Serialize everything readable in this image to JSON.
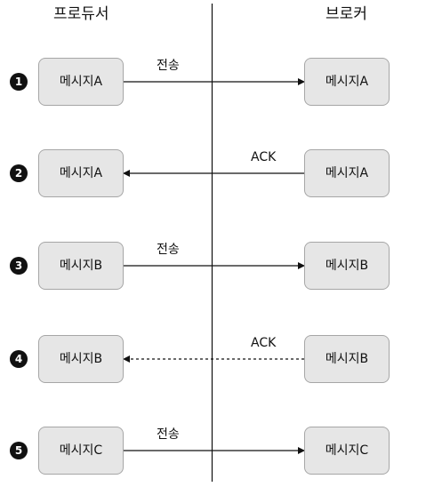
{
  "headers": {
    "producer": "프로듀서",
    "broker": "브로커"
  },
  "steps": [
    {
      "badge": "1",
      "producer_message": "메시지A",
      "broker_message": "메시지A",
      "arrow_label": "전송",
      "direction": "producer-to-broker",
      "line_style": "solid"
    },
    {
      "badge": "2",
      "producer_message": "메시지A",
      "broker_message": "메시지A",
      "arrow_label": "ACK",
      "direction": "broker-to-producer",
      "line_style": "solid"
    },
    {
      "badge": "3",
      "producer_message": "메시지B",
      "broker_message": "메시지B",
      "arrow_label": "전송",
      "direction": "producer-to-broker",
      "line_style": "solid"
    },
    {
      "badge": "4",
      "producer_message": "메시지B",
      "broker_message": "메시지B",
      "arrow_label": "ACK",
      "direction": "broker-to-producer",
      "line_style": "dashed"
    },
    {
      "badge": "5",
      "producer_message": "메시지C",
      "broker_message": "메시지C",
      "arrow_label": "전송",
      "direction": "producer-to-broker",
      "line_style": "solid"
    }
  ],
  "colors": {
    "box_fill": "#e6e6e6",
    "box_border": "#a6a6a6",
    "line": "#111111",
    "badge": "#111111"
  }
}
